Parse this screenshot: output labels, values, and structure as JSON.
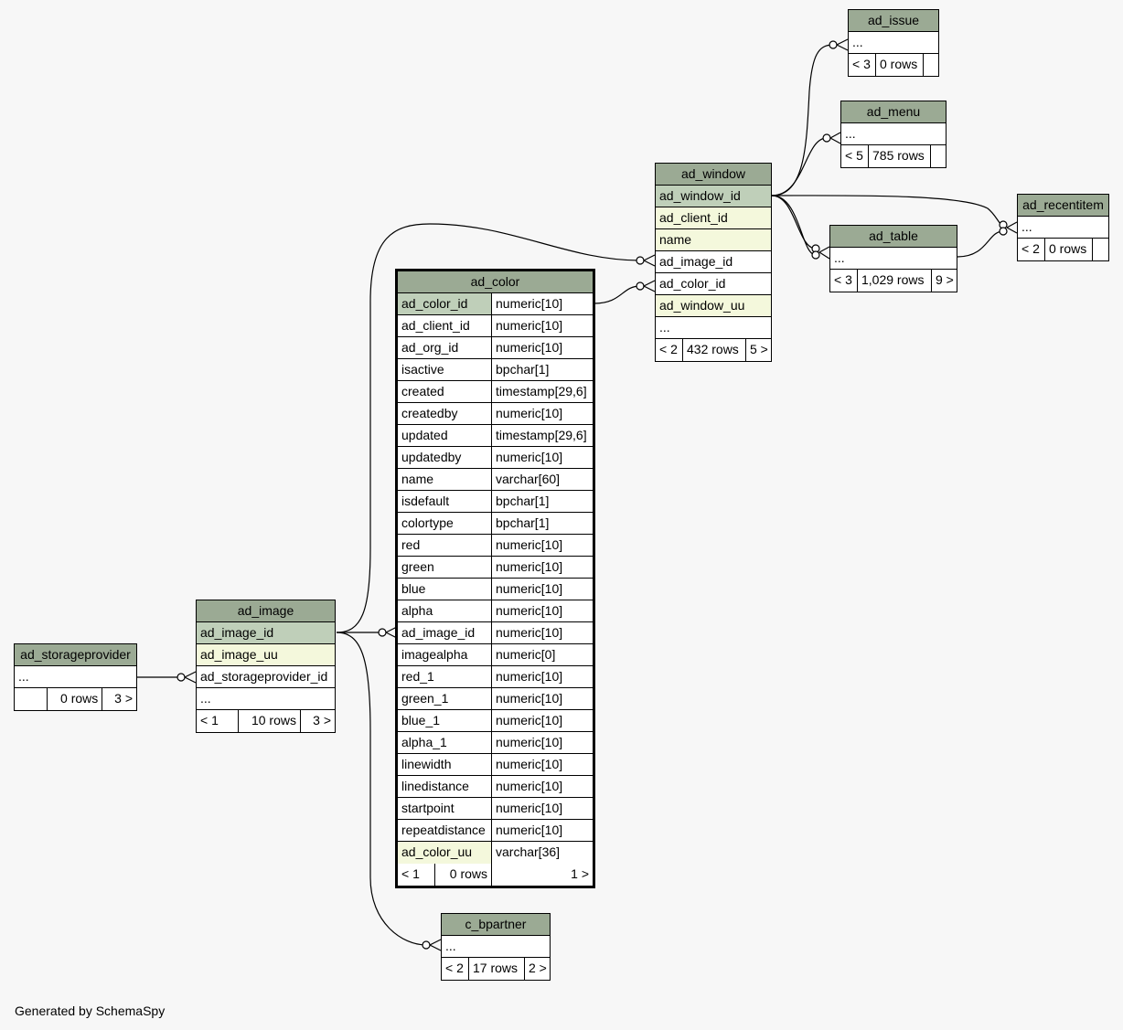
{
  "footer": "Generated by SchemaSpy",
  "entities": {
    "ad_storageprovider": {
      "name": "ad_storageprovider",
      "columns": [
        "..."
      ],
      "stats": {
        "parents": "",
        "rows": "0 rows",
        "children": "3 >"
      }
    },
    "ad_image": {
      "name": "ad_image",
      "columns": [
        "ad_image_id",
        "ad_image_uu",
        "ad_storageprovider_id",
        "..."
      ],
      "stats": {
        "parents": "< 1",
        "rows": "10 rows",
        "children": "3 >"
      }
    },
    "ad_color": {
      "name": "ad_color",
      "columns": [
        {
          "name": "ad_color_id",
          "type": "numeric[10]"
        },
        {
          "name": "ad_client_id",
          "type": "numeric[10]"
        },
        {
          "name": "ad_org_id",
          "type": "numeric[10]"
        },
        {
          "name": "isactive",
          "type": "bpchar[1]"
        },
        {
          "name": "created",
          "type": "timestamp[29,6]"
        },
        {
          "name": "createdby",
          "type": "numeric[10]"
        },
        {
          "name": "updated",
          "type": "timestamp[29,6]"
        },
        {
          "name": "updatedby",
          "type": "numeric[10]"
        },
        {
          "name": "name",
          "type": "varchar[60]"
        },
        {
          "name": "isdefault",
          "type": "bpchar[1]"
        },
        {
          "name": "colortype",
          "type": "bpchar[1]"
        },
        {
          "name": "red",
          "type": "numeric[10]"
        },
        {
          "name": "green",
          "type": "numeric[10]"
        },
        {
          "name": "blue",
          "type": "numeric[10]"
        },
        {
          "name": "alpha",
          "type": "numeric[10]"
        },
        {
          "name": "ad_image_id",
          "type": "numeric[10]"
        },
        {
          "name": "imagealpha",
          "type": "numeric[0]"
        },
        {
          "name": "red_1",
          "type": "numeric[10]"
        },
        {
          "name": "green_1",
          "type": "numeric[10]"
        },
        {
          "name": "blue_1",
          "type": "numeric[10]"
        },
        {
          "name": "alpha_1",
          "type": "numeric[10]"
        },
        {
          "name": "linewidth",
          "type": "numeric[10]"
        },
        {
          "name": "linedistance",
          "type": "numeric[10]"
        },
        {
          "name": "startpoint",
          "type": "numeric[10]"
        },
        {
          "name": "repeatdistance",
          "type": "numeric[10]"
        },
        {
          "name": "ad_color_uu",
          "type": "varchar[36]"
        }
      ],
      "stats": {
        "parents": "< 1",
        "rows": "0 rows",
        "children": "1 >"
      }
    },
    "ad_window": {
      "name": "ad_window",
      "columns": [
        "ad_window_id",
        "ad_client_id",
        "name",
        "ad_image_id",
        "ad_color_id",
        "ad_window_uu",
        "..."
      ],
      "stats": {
        "parents": "< 2",
        "rows": "432 rows",
        "children": "5 >"
      }
    },
    "ad_issue": {
      "name": "ad_issue",
      "columns": [
        "..."
      ],
      "stats": {
        "parents": "< 3",
        "rows": "0 rows",
        "children": ""
      }
    },
    "ad_menu": {
      "name": "ad_menu",
      "columns": [
        "..."
      ],
      "stats": {
        "parents": "< 5",
        "rows": "785 rows",
        "children": ""
      }
    },
    "ad_table": {
      "name": "ad_table",
      "columns": [
        "..."
      ],
      "stats": {
        "parents": "< 3",
        "rows": "1,029 rows",
        "children": "9 >"
      }
    },
    "ad_recentitem": {
      "name": "ad_recentitem",
      "columns": [
        "..."
      ],
      "stats": {
        "parents": "< 2",
        "rows": "0 rows",
        "children": ""
      }
    },
    "c_bpartner": {
      "name": "c_bpartner",
      "columns": [
        "..."
      ],
      "stats": {
        "parents": "< 2",
        "rows": "17 rows",
        "children": "2 >"
      }
    }
  }
}
